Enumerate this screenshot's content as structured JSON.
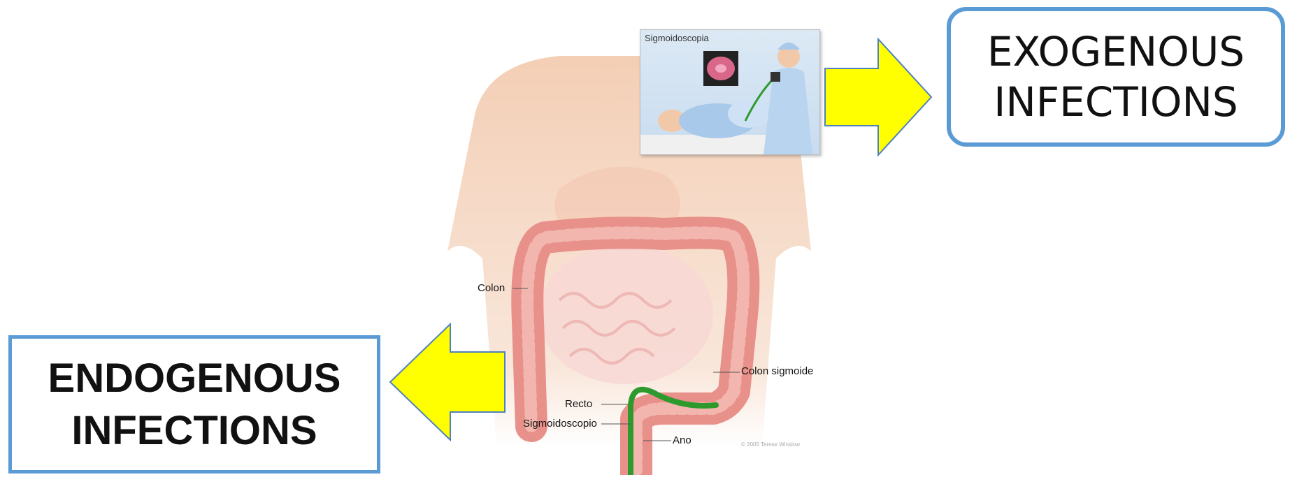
{
  "boxes": {
    "exogenous": {
      "line1": "EXOGENOUS",
      "line2": "INFECTIONS"
    },
    "endogenous": {
      "line1": "ENDOGENOUS",
      "line2": "INFECTIONS"
    }
  },
  "illustration": {
    "inset_title": "Sigmoidoscopia",
    "labels": {
      "colon": "Colon",
      "colon_sigmoide": "Colon sigmoide",
      "recto": "Recto",
      "sigmoidoscopio": "Sigmoidoscopio",
      "ano": "Ano"
    },
    "copyright": "© 2005 Terese Winslow"
  },
  "colors": {
    "box_border": "#5b9bd5",
    "arrow_fill": "#ffff00",
    "arrow_stroke": "#4f81bd",
    "scope_green": "#2e9a2e",
    "colon_pink": "#e8908a"
  }
}
